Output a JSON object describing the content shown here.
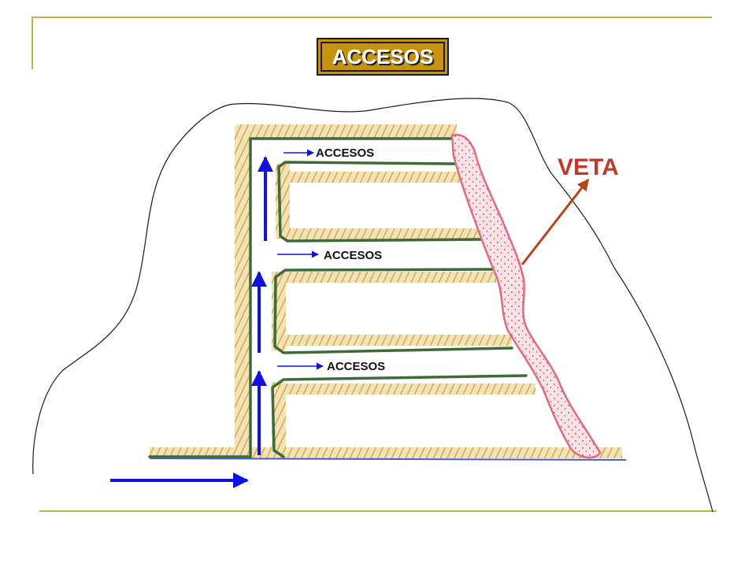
{
  "title": "ACCESOS",
  "labels": {
    "access_1": "ACCESOS",
    "access_2": "ACCESOS",
    "access_3": "ACCESOS",
    "veta": "VETA"
  },
  "colors": {
    "frame": "#c8b04a",
    "title_fill": "#c89211",
    "blue_arrow": "#1010e0",
    "veta_label": "#c0392b",
    "veta_arrow": "#b5451b",
    "tunnel_green": "#3f6b3a",
    "tunnel_hatch": "#d9b86a",
    "vein_outline": "#e06a80",
    "vein_fill": "#fbe3e8",
    "vein_dots": "#c0304a"
  }
}
